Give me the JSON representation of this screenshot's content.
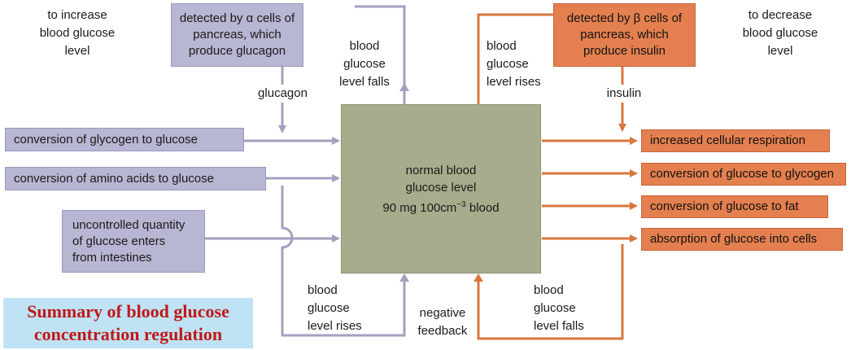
{
  "corner_left": [
    "to increase",
    "blood glucose",
    "level"
  ],
  "corner_right": [
    "to decrease",
    "blood glucose",
    "level"
  ],
  "alpha_box": [
    "detected by α cells of",
    "pancreas, which",
    "produce glucagon"
  ],
  "beta_box": [
    "detected by β cells of",
    "pancreas, which",
    "produce insulin"
  ],
  "glucagon_label": "glucagon",
  "insulin_label": "insulin",
  "falls_top": [
    "blood",
    "glucose",
    "level falls"
  ],
  "rises_top": [
    "blood",
    "glucose",
    "level rises"
  ],
  "left_boxes": {
    "glycogen": "conversion of glycogen to glucose",
    "amino": "conversion of amino acids to glucose",
    "intestine": [
      "uncontrolled quantity",
      "of glucose enters",
      "from intestines"
    ]
  },
  "center": [
    "normal blood",
    "glucose level",
    "90 mg 100cm",
    "−3",
    " blood"
  ],
  "right_boxes": {
    "resp": "increased cellular respiration",
    "glycogen": "conversion of glucose to glycogen",
    "fat": "conversion of glucose to fat",
    "cells": "absorption of glucose into cells"
  },
  "rises_bottom": [
    "blood",
    "glucose",
    "level rises"
  ],
  "falls_bottom": [
    "blood",
    "glucose",
    "level falls"
  ],
  "negative_feedback": [
    "negative",
    "feedback"
  ],
  "title": [
    "Summary of blood glucose",
    "concentration regulation"
  ],
  "colors": {
    "purple": "#b7b6d3",
    "orange": "#e4804f",
    "center": "#a6ad8c",
    "purple_arrow": "#a2a1bf",
    "orange_arrow": "#d9773f"
  }
}
